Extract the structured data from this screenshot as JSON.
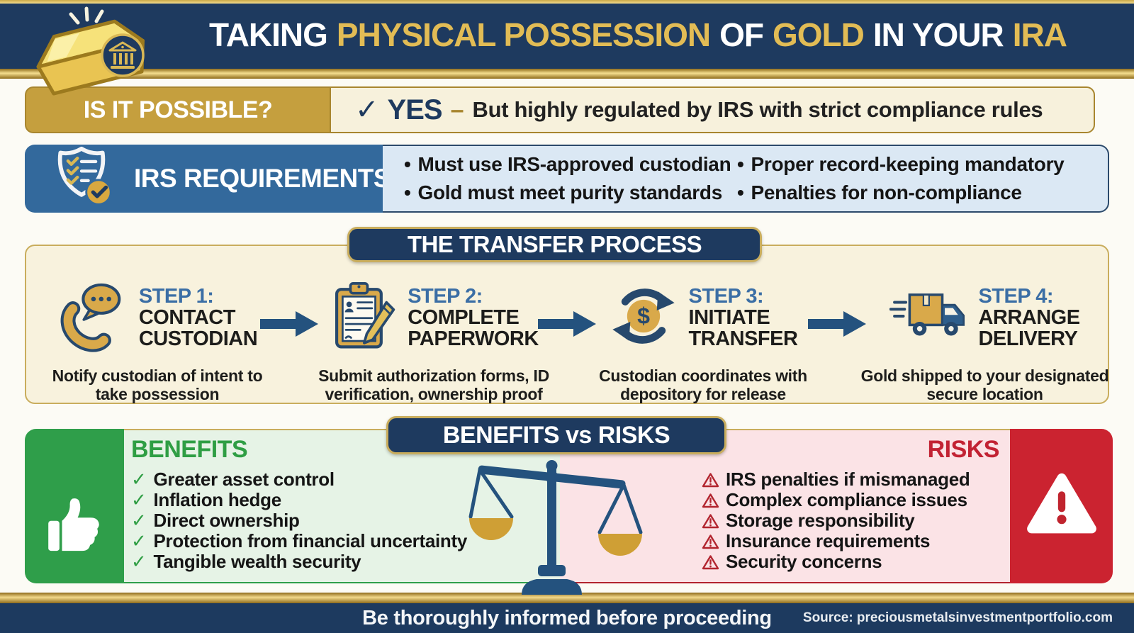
{
  "colors": {
    "navy": "#1e3a5f",
    "gold": "#c59f3e",
    "gold_text": "#e2bc55",
    "cream": "#f7f1dc",
    "blue": "#33699c",
    "light_blue": "#dbe8f4",
    "green": "#2f9e4a",
    "light_green": "#e6f3e6",
    "red": "#cb2330",
    "light_pink": "#fbe3e6",
    "step_blue": "#3b6ea5",
    "arrow_navy": "#24527e"
  },
  "icons": {
    "logo": "gold-bars-icon",
    "badge": "bank-badge-icon",
    "irs": "shield-checklist-icon",
    "step1": "phone-chat-icon",
    "step2": "clipboard-pencil-icon",
    "step3": "transfer-dollar-icon",
    "step4": "delivery-truck-icon",
    "benefits": "thumbs-up-icon",
    "risks": "warning-triangle-icon",
    "center": "balance-scale-icon",
    "risk_item": "warning-icon",
    "check": "check-icon"
  },
  "header": {
    "title": {
      "part1": "TAKING",
      "part2": "PHYSICAL POSSESSION",
      "part3": "OF",
      "part4": "GOLD",
      "part5": "IN YOUR",
      "part6": "IRA"
    }
  },
  "possible": {
    "label": "IS IT POSSIBLE?",
    "check": "✓",
    "answer": "YES",
    "dash": "–",
    "text": "But highly regulated by IRS with strict compliance rules"
  },
  "irs": {
    "label": "IRS REQUIREMENTS",
    "bullet": "•",
    "bullets": [
      "Must use IRS-approved custodian",
      "Gold must meet purity standards",
      "Proper record-keeping mandatory",
      "Penalties for non-compliance"
    ]
  },
  "process": {
    "title": "THE TRANSFER PROCESS",
    "steps": [
      {
        "step": "STEP 1:",
        "title_line1": "CONTACT",
        "title_line2": "CUSTODIAN",
        "desc": "Notify custodian of intent to take possession"
      },
      {
        "step": "STEP 2:",
        "title_line1": "COMPLETE",
        "title_line2": "PAPERWORK",
        "desc": "Submit authorization forms, ID verification, ownership proof"
      },
      {
        "step": "STEP 3:",
        "title_line1": "INITIATE",
        "title_line2": "TRANSFER",
        "desc": "Custodian coordinates with depository for release"
      },
      {
        "step": "STEP 4:",
        "title_line1": "ARRANGE",
        "title_line2": "DELIVERY",
        "desc": "Gold shipped to your designated secure location"
      }
    ]
  },
  "comparison": {
    "title": "BENEFITS vs RISKS",
    "benefits": {
      "heading": "BENEFITS",
      "check": "✓",
      "items": [
        "Greater asset control",
        "Inflation hedge",
        "Direct ownership",
        "Protection from financial uncertainty",
        "Tangible wealth security"
      ]
    },
    "risks": {
      "heading": "RISKS",
      "items": [
        "IRS penalties if mismanaged",
        "Complex compliance issues",
        "Storage responsibility",
        "Insurance requirements",
        "Security concerns"
      ]
    }
  },
  "footer": {
    "message": "Be thoroughly informed before proceeding",
    "source": "Source: preciousmetalsinvestmentportfolio.com"
  }
}
